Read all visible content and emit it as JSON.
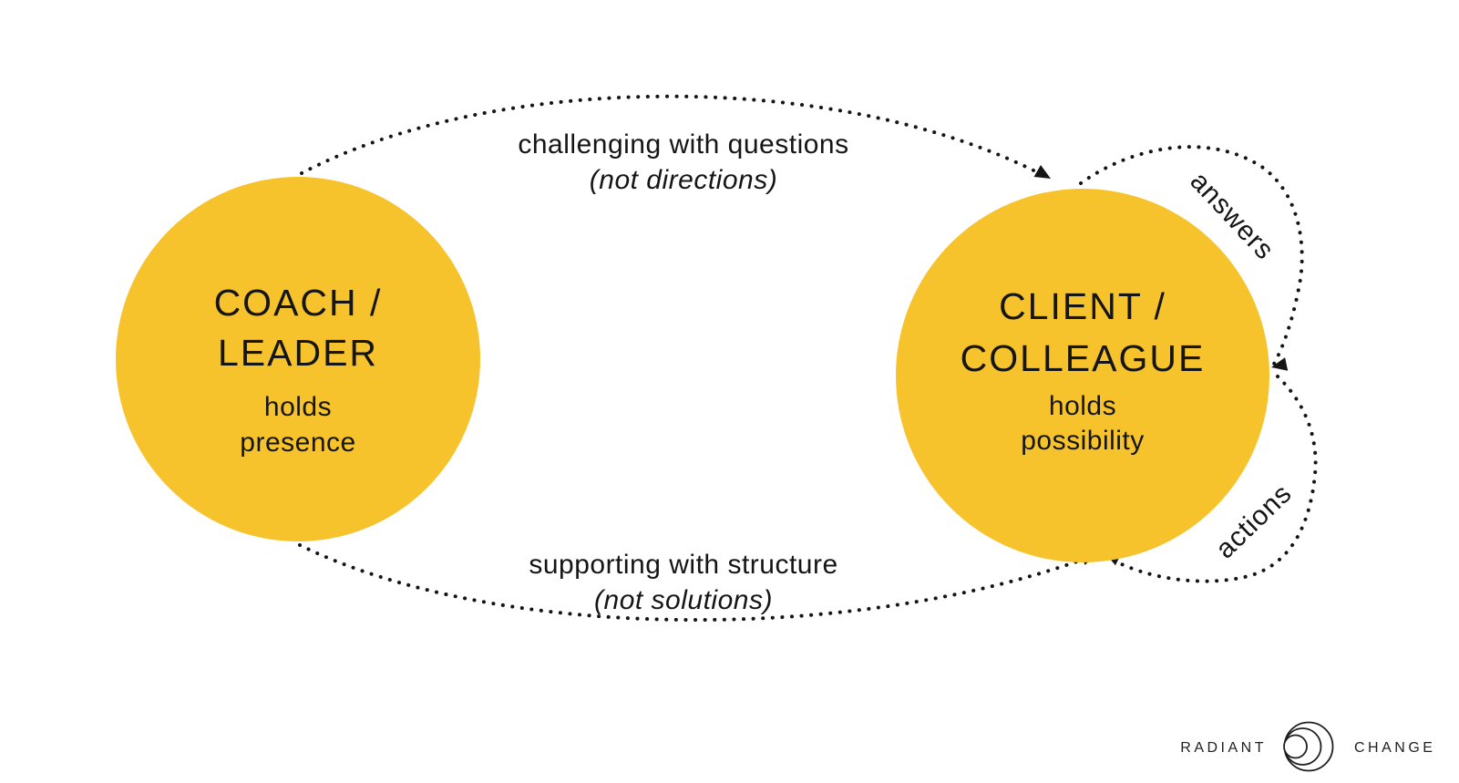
{
  "colors": {
    "bg": "#ffffff",
    "circle": "#F7C32D",
    "ink": "#151515",
    "logo": "#1f1f1f"
  },
  "left_circle": {
    "title_line1": "COACH /",
    "title_line2": "LEADER",
    "subtitle_line1": "holds",
    "subtitle_line2": "presence"
  },
  "right_circle": {
    "title_line1": "CLIENT /",
    "title_line2": "COLLEAGUE",
    "subtitle_line1": "holds",
    "subtitle_line2": "possibility"
  },
  "top_arrow": {
    "label": "challenging with questions",
    "sublabel": "(not directions)"
  },
  "bottom_arrow": {
    "label": "supporting with structure",
    "sublabel": "(not solutions)"
  },
  "loops": {
    "answers_label": "answers",
    "actions_label": "actions"
  },
  "logo": {
    "word_left": "RADIANT",
    "word_right": "CHANGE"
  }
}
